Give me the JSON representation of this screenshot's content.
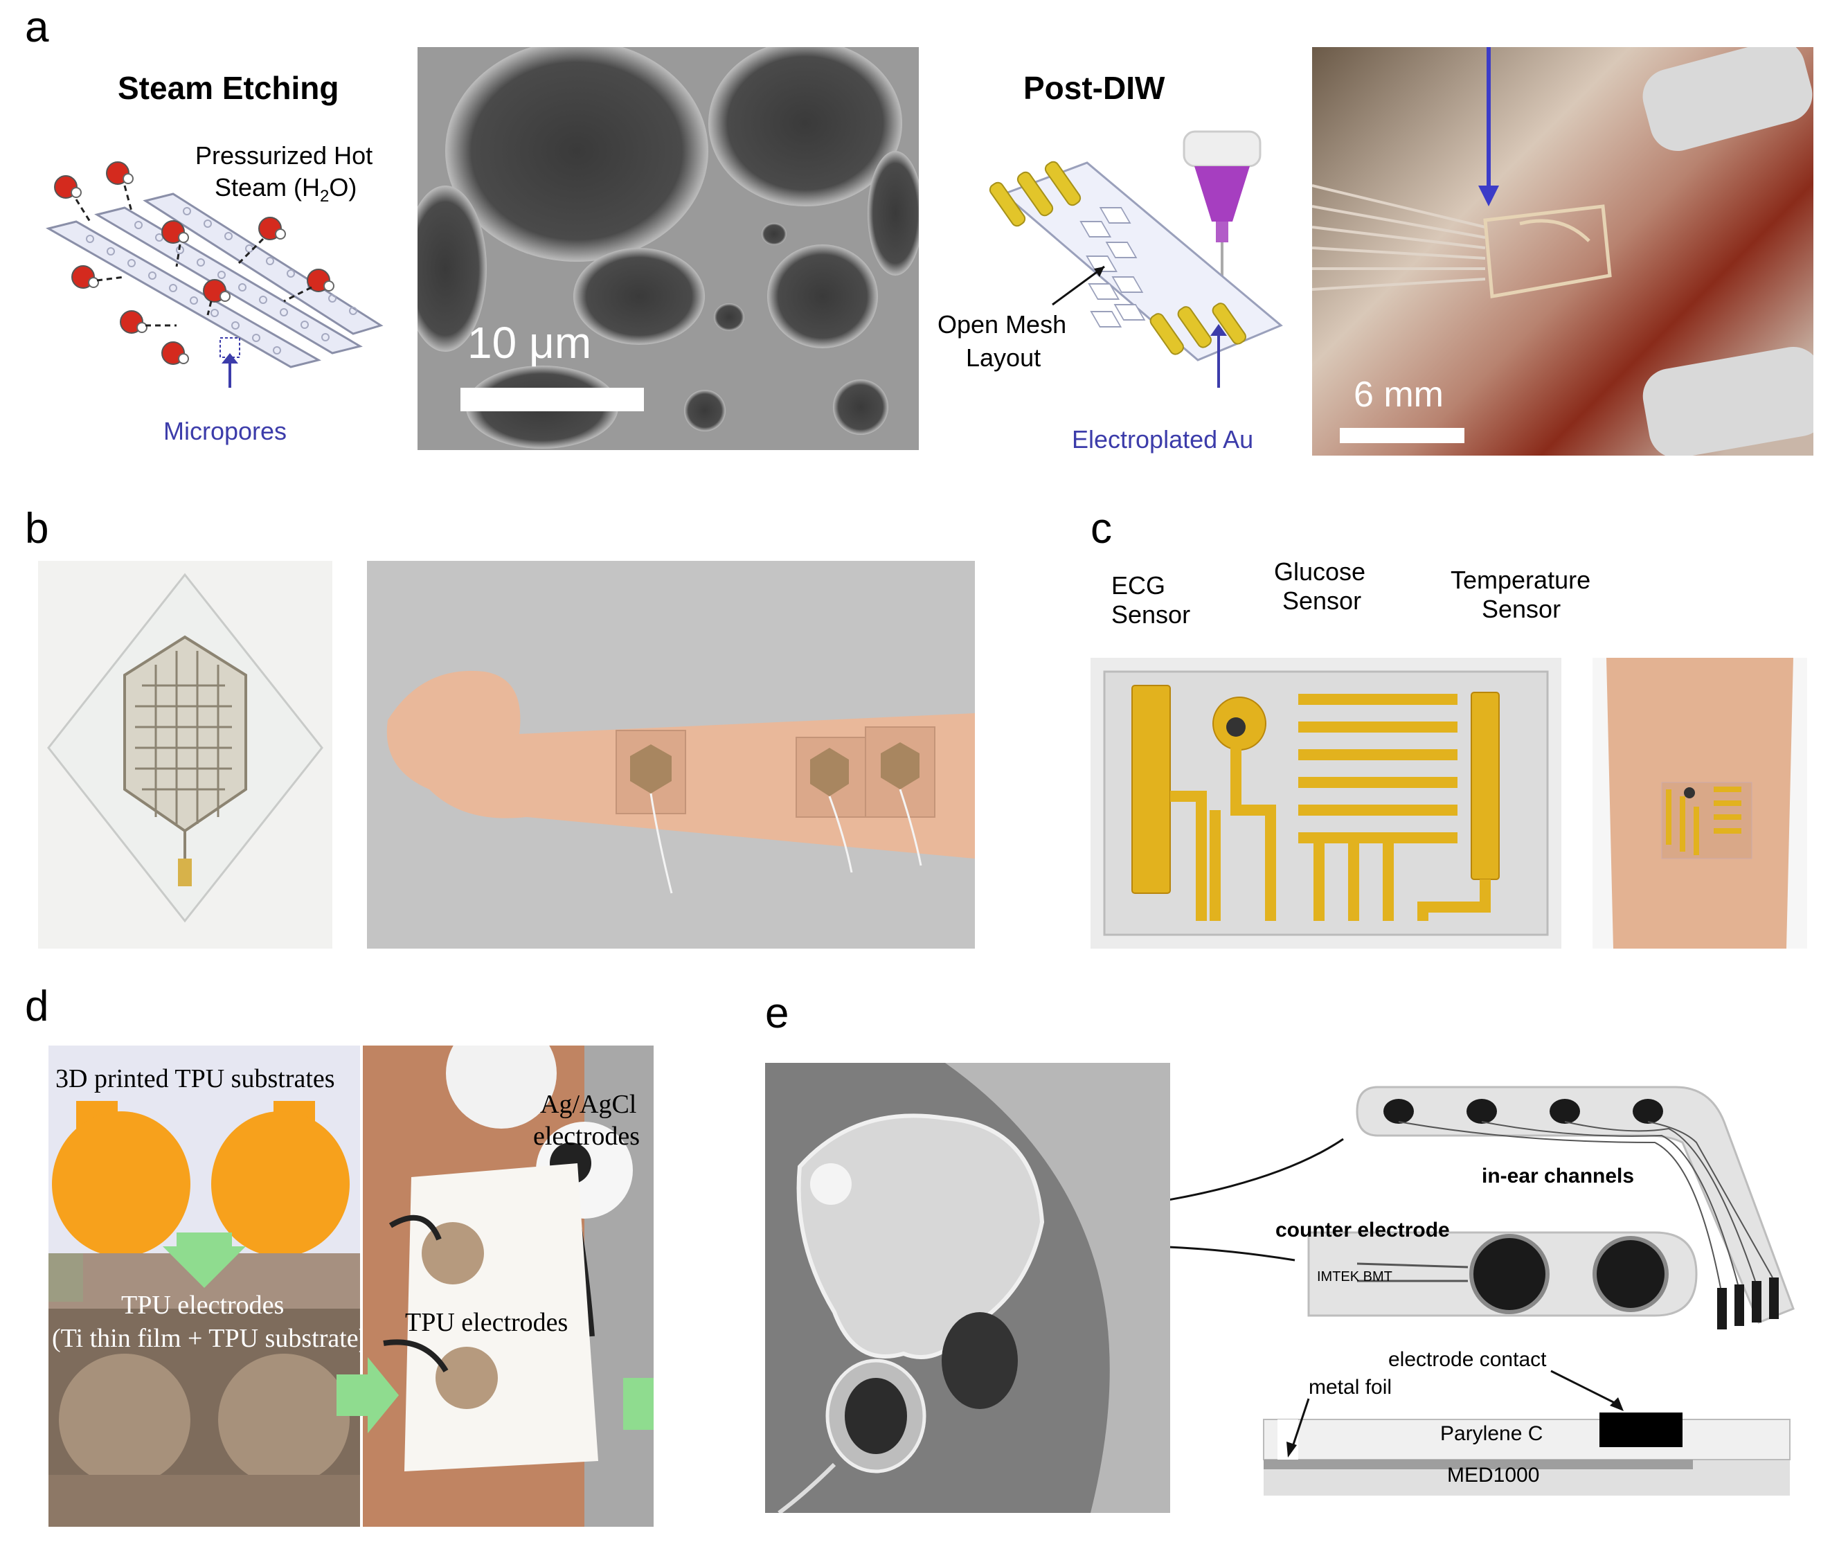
{
  "panels": {
    "a": {
      "letter": "a",
      "steam": {
        "title": "Steam Etching",
        "steam_label_line1": "Pressurized Hot",
        "steam_label_line2": "Steam (H",
        "steam_label_sub": "2",
        "steam_label_end": "O)",
        "micropores": "Micropores"
      },
      "sem": {
        "scale": "10 μm"
      },
      "diw": {
        "title": "Post-DIW",
        "mesh_line1": "Open Mesh",
        "mesh_line2": "Layout",
        "au": "Electroplated Au"
      },
      "implant": {
        "scale": "6 mm"
      }
    },
    "b": {
      "letter": "b"
    },
    "c": {
      "letter": "c",
      "ecg_line1": "ECG",
      "ecg_line2": "Sensor",
      "glucose_line1": "Glucose",
      "glucose_line2": "Sensor",
      "temp_line1": "Temperature",
      "temp_line2": "Sensor"
    },
    "d": {
      "letter": "d",
      "substrates": "3D printed TPU substrates",
      "agcl_line1": "Ag/AgCl",
      "agcl_line2": "electrodes",
      "tpu_electrodes_line1": "TPU electrodes",
      "tpu_electrodes_line2": "(Ti thin film + TPU substrate)",
      "tpu_electrodes_right": "TPU electrodes"
    },
    "e": {
      "letter": "e",
      "in_ear": "in-ear channels",
      "counter": "counter electrode",
      "imtek": "IMTEK BMT",
      "contact": "electrode contact",
      "foil": "metal foil",
      "parylene": "Parylene C",
      "med": "MED1000"
    }
  },
  "colors": {
    "pore_red": "#d42a1e",
    "gold": "#e2b21e",
    "orange": "#f7a11c",
    "arrow_green": "#8fdc8f",
    "label_blue": "#3c3caa"
  }
}
